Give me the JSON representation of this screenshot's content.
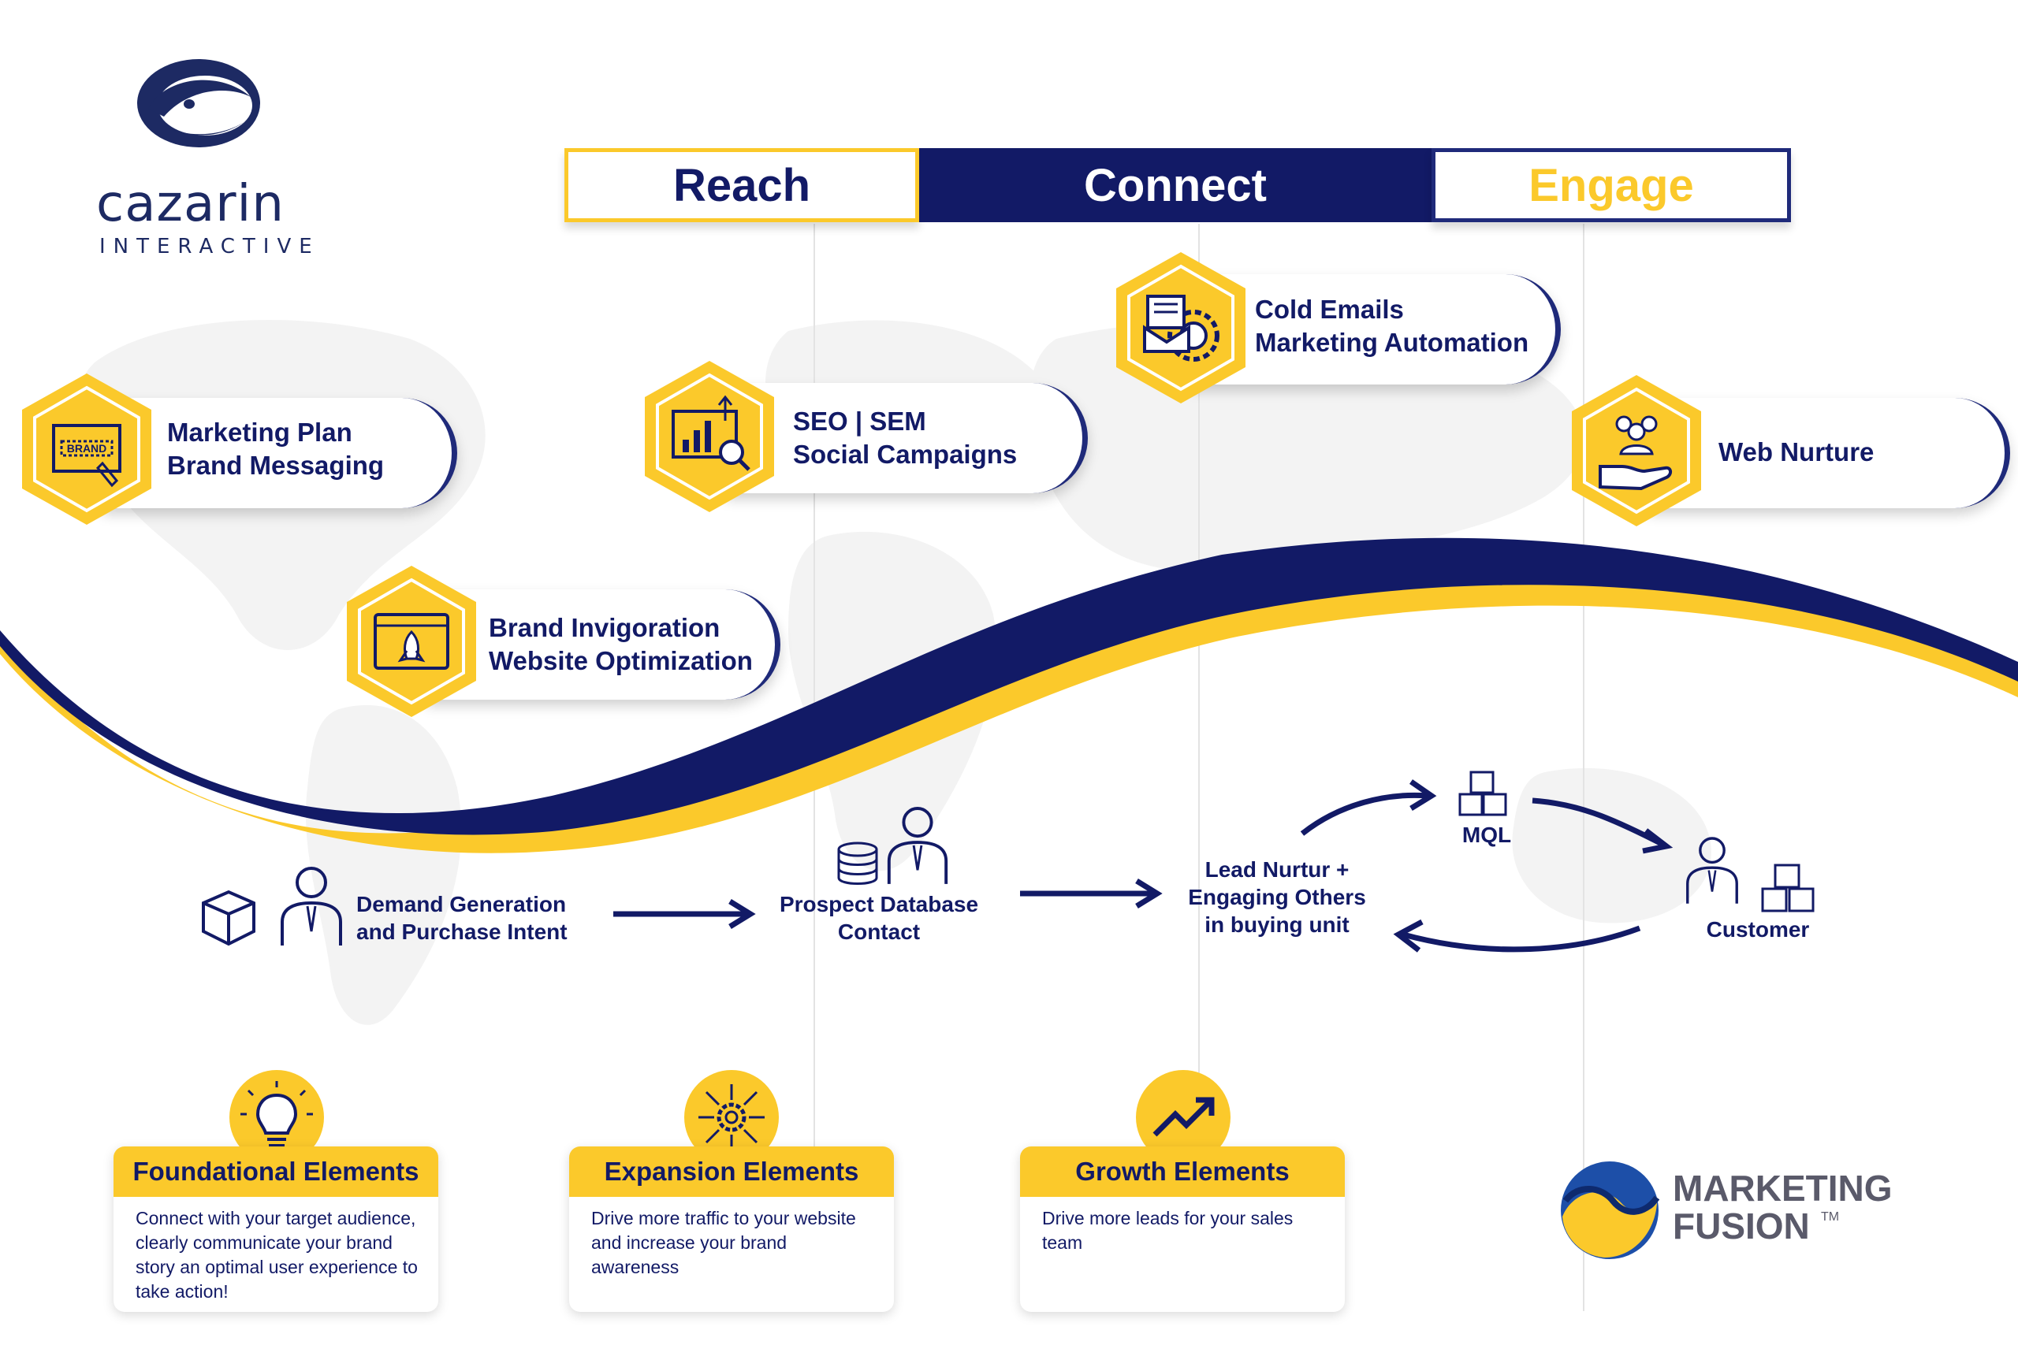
{
  "brand": {
    "name": "cazarin",
    "subtitle": "INTERACTIVE"
  },
  "tabs": [
    {
      "label": "Reach"
    },
    {
      "label": "Connect"
    },
    {
      "label": "Engage"
    }
  ],
  "tiles": [
    {
      "line1": "Marketing Plan",
      "line2": "Brand Messaging",
      "icon": "brand-plan-icon"
    },
    {
      "line1": "Brand Invigoration",
      "line2": "Website Optimization",
      "icon": "website-rocket-icon"
    },
    {
      "line1": "SEO | SEM",
      "line2": "Social Campaigns",
      "icon": "analytics-search-icon"
    },
    {
      "line1": "Cold Emails",
      "line2": "Marketing Automation",
      "icon": "email-automation-icon"
    },
    {
      "line1": "Web Nurture",
      "line2": "",
      "icon": "hand-people-icon"
    }
  ],
  "flow": {
    "demand": {
      "line1": "Demand Generation",
      "line2": "and Purchase Intent"
    },
    "prospect": {
      "line1": "Prospect Database",
      "line2": "Contact"
    },
    "lead": {
      "line1": "Lead Nurtur +",
      "line2": "Engaging Others",
      "line3": "in buying unit"
    },
    "mql": "MQL",
    "customer": "Customer"
  },
  "cards": [
    {
      "title": "Foundational Elements",
      "body": "Connect with your target audience, clearly communicate your brand story an optimal user experience to take action!",
      "icon": "lightbulb-icon"
    },
    {
      "title": "Expansion Elements",
      "body": "Drive more traffic to your website and increase your brand awareness",
      "icon": "expand-gear-icon"
    },
    {
      "title": "Growth Elements",
      "body": "Drive more leads for your sales team",
      "icon": "trend-up-icon"
    }
  ],
  "footer_logo": {
    "line1": "MARKETING",
    "line2": "FUSION",
    "tm": "TM"
  },
  "colors": {
    "navy": "#121a66",
    "yellow": "#fbc92b",
    "white": "#ffffff"
  }
}
